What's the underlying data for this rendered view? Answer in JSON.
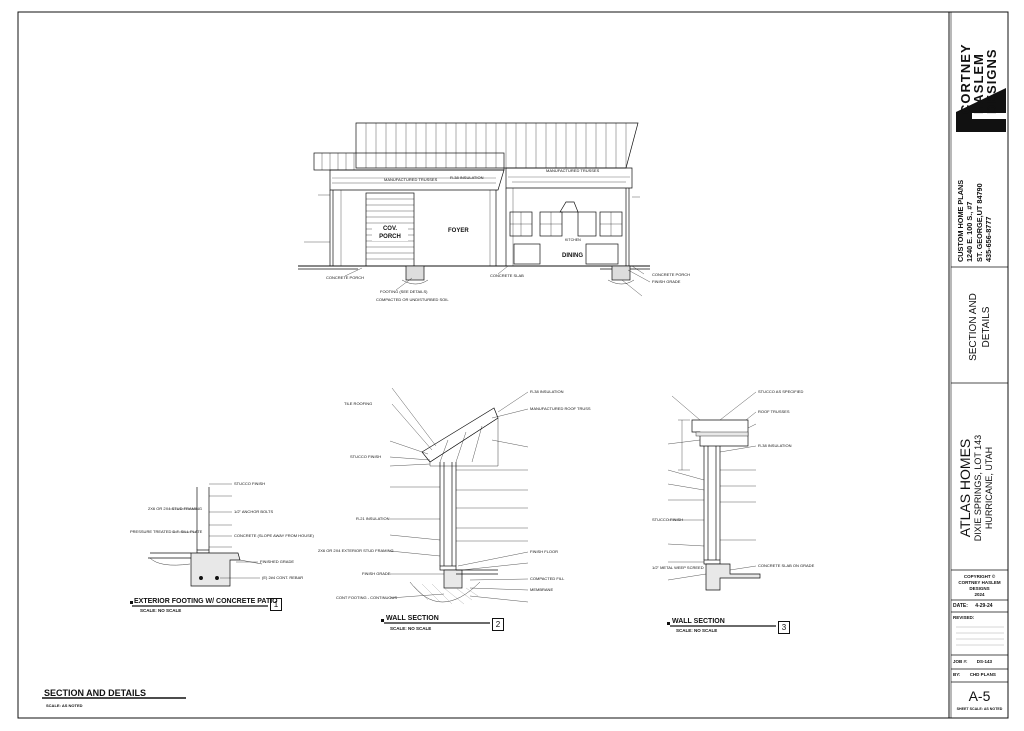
{
  "firm": {
    "name_lines": [
      "CORTNEY",
      "HASLEM",
      "DESIGNS"
    ],
    "address_lines": [
      "CUSTOM HOME PLANS",
      "1240 E. 100 S., #7",
      "ST. GEORGE,UT 84790",
      "435-656-8777"
    ]
  },
  "sheet": {
    "title_lines": [
      "SECTION AND",
      "DETAILS"
    ],
    "project_lines": [
      "ATLAS HOMES",
      "DIXIE SPRINGS, LOT 143",
      "HURRICANE, UTAH"
    ],
    "copyright_lines": [
      "COPYRIGHT ©",
      "CORTNEY HASLEM DESIGNS",
      "2024"
    ],
    "date_label": "DATE:",
    "date_value": "4-29-24",
    "revised_label": "REVISED:",
    "job_label": "JOB #:",
    "job_value": "DS-143",
    "by_label": "BY:",
    "by_value": "CHD PLANS",
    "sheet_number": "A-5",
    "sheet_scale": "SHEET SCALE: AS NOTED"
  },
  "drawing_title": {
    "title": "SECTION AND DETAILS",
    "scale": "SCALE: AS NOTED"
  },
  "section_main": {
    "rooms": [
      "COV.",
      "PORCH",
      "FOYER",
      "KITCHEN",
      "DINING"
    ],
    "labels": [
      "R-38 INSULATION",
      "MANUFACTURED TRUSSES",
      "MANUFACTURED TRUSSES",
      "CONCRETE PORCH",
      "CONCRETE SLAB",
      "FOOTING (SEE DETAILS)",
      "COMPACTED OR UNDISTURBED SOIL",
      "CONCRETE PORCH",
      "FINISH GRADE"
    ]
  },
  "details": [
    {
      "title": "EXTERIOR FOOTING W/ CONCRETE PATIO",
      "scale": "SCALE: NO SCALE",
      "number": "1",
      "labels": [
        "STUCCO FINISH",
        "2X6 OR 2X4 STUD FRAMING",
        "PRESSURE TREATED D.F. SILL PLATE",
        "1/2\" ANCHOR BOLTS",
        "CONCRETE (SLOPE AWAY FROM HOUSE)",
        "FINISHED GRADE",
        "(E) 2#4 CONT. REBAR"
      ]
    },
    {
      "title": "WALL SECTION",
      "scale": "SCALE: NO SCALE",
      "number": "2",
      "labels": [
        "R-38 INSULATION",
        "MANUFACTURED ROOF TRUSS",
        "TILE ROOFING",
        "STUCCO FINISH",
        "R-21 INSULATION",
        "2X6 OR 2X4 EXTERIOR STUD FRAMING",
        "FINISH GRADE",
        "CONT FOOTING - CONTINUOUS",
        "FINISH FLOOR",
        "COMPACTED FILL",
        "MEMBRANE"
      ]
    },
    {
      "title": "WALL SECTION",
      "scale": "SCALE: NO SCALE",
      "number": "3",
      "labels": [
        "STUCCO AS SPECIFIED",
        "R-38 INSULATION",
        "ROOF TRUSSES",
        "STUCCO FINISH",
        "CONCRETE SLAB ON GRADE",
        "1/2\" METAL WEEP SCREED"
      ]
    }
  ]
}
